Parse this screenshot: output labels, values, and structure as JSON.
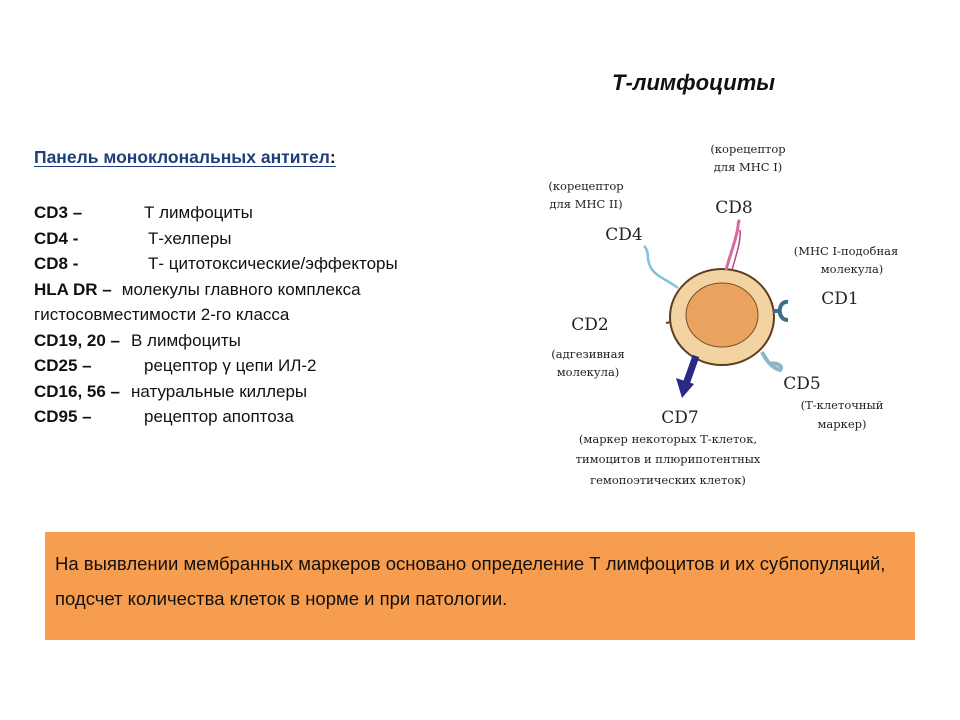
{
  "title": "Т-лимфоциты",
  "panel": {
    "heading": "Панель моноклональных антител",
    "heading_colon": ":",
    "rows": [
      {
        "code": "CD3 –",
        "desc": "Т лимфоциты"
      },
      {
        "code": "CD4 -",
        "desc": "Т-хелперы"
      },
      {
        "code": "CD8 -",
        "desc": "Т- цитотоксические/эффекторы"
      },
      {
        "code": "HLA DR –",
        "desc": "молекулы главного комплекса гистосовместимости 2-го класса"
      },
      {
        "code": "CD19, 20 –",
        "desc": "В лимфоциты"
      },
      {
        "code": "CD25 –",
        "desc": "рецептор γ цепи ИЛ-2"
      },
      {
        "code": "CD16, 56 –",
        "desc": "натуральные киллеры"
      },
      {
        "code": "CD95 –",
        "desc": "рецептор апоптоза"
      }
    ]
  },
  "diagram": {
    "cd8": {
      "name": "CD8",
      "note1": "(корецептор",
      "note2": "для МНС I)"
    },
    "cd4": {
      "name": "CD4",
      "note1": "(корецептор",
      "note2": "для МНС II)"
    },
    "cd1": {
      "name": "CD1",
      "note1": "(МНС I-подобная",
      "note2": "молекула)"
    },
    "cd2": {
      "name": "CD2",
      "note1": "(адгезивная",
      "note2": "молекула)"
    },
    "cd5": {
      "name": "CD5",
      "note1": "(Т-клеточный",
      "note2": "маркер)"
    },
    "cd7": {
      "name": "CD7",
      "note1": "(маркер некоторых Т-клеток,",
      "note2": "тимоцитов и плюрипотентных",
      "note3": "гемопоэтических клеток)"
    },
    "colors": {
      "cytoplasm": "#f3d3a2",
      "nucleus": "#e9a35f",
      "cd4": "#7fc3d4",
      "cd8": "#d86a9c",
      "cd1": "#3a6f8c",
      "cd5": "#8fb6c8",
      "cd7": "#2a2a86"
    }
  },
  "note": {
    "text": "На выявлении мембранных маркеров основано определение Т лимфоцитов и их субпопуляций, подсчет количества клеток в норме и при патологии.",
    "background": "#f79d4f"
  }
}
